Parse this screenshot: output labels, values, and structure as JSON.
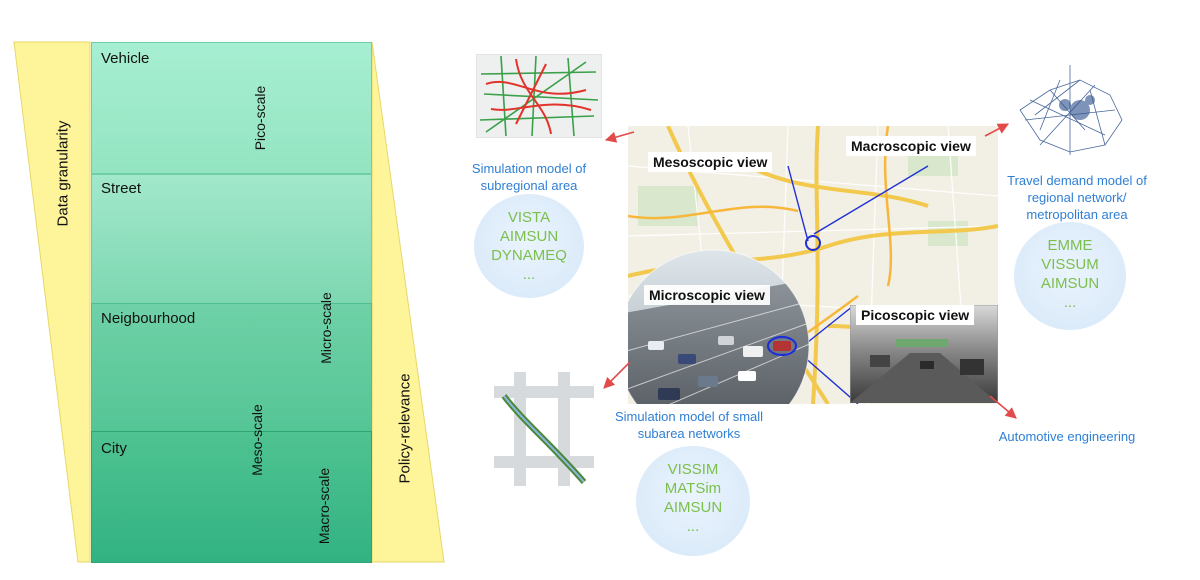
{
  "left_panel": {
    "left_axis_label": "Data granularity",
    "right_axis_label": "Policy-relevance",
    "levels": [
      "Vehicle",
      "Street",
      "Neigbourhood",
      "City"
    ],
    "scales": [
      "Pico-scale",
      "Micro-scale",
      "Meso-scale",
      "Macro-scale"
    ]
  },
  "map": {
    "mesoscopic_title": "Mesoscopic view",
    "macroscopic_title": "Macroscopic view",
    "microscopic_title": "Microscopic view",
    "picoscopic_title": "Picoscopic view"
  },
  "annotations": {
    "meso": {
      "caption": "Simulation model of subregional area",
      "tools": [
        "VISTA",
        "AIMSUN",
        "DYNAMEQ",
        "..."
      ]
    },
    "macro": {
      "caption": "Travel demand model of regional network/ metropolitan area",
      "tools": [
        "EMME",
        "VISSUM",
        "AIMSUN",
        "..."
      ]
    },
    "micro": {
      "caption": "Simulation model of small subarea networks",
      "tools": [
        "VISSIM",
        "MATSim",
        "AIMSUN",
        "..."
      ]
    },
    "pico": {
      "caption": "Automotive engineering"
    }
  },
  "colors": {
    "yellow": "#fef59a",
    "green_light": "#a8edd0",
    "green_dark": "#36b886",
    "blue_text": "#2f7fd4",
    "tool_green": "#7cbf4c",
    "arrow_red": "#e34a4a"
  }
}
